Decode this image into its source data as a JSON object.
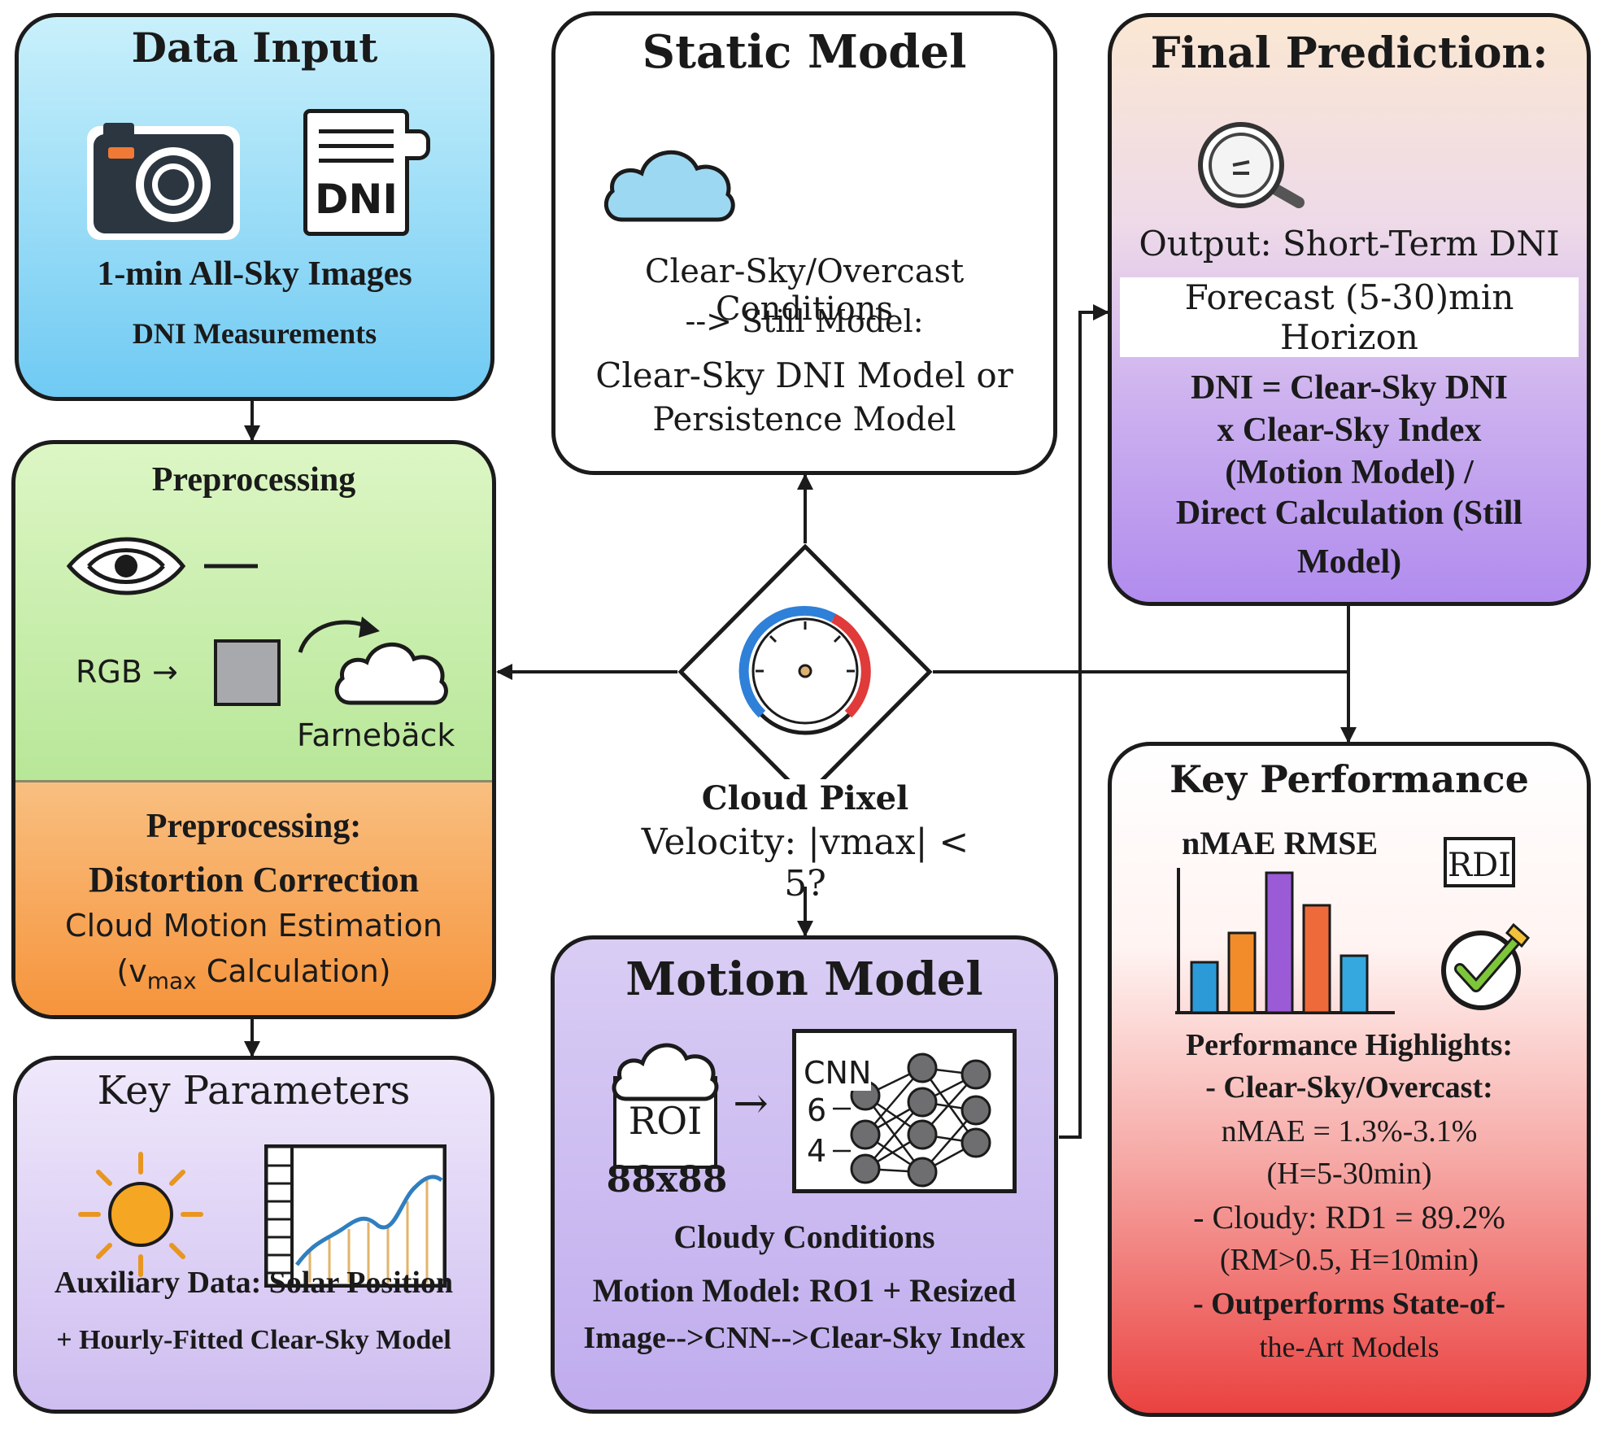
{
  "data_input": {
    "title": "Data Input",
    "dni_icon_label": "DNI",
    "line1": "1-min All-Sky Images",
    "line2": "DNI Measurements"
  },
  "static_model": {
    "title": "Static Model",
    "line1": "Clear-Sky/Overcast Conditions",
    "line2": "--> Still Model:",
    "line3": "Clear-Sky DNI Model or",
    "line4": "Persistence Model"
  },
  "final_prediction": {
    "title": "Final Prediction:",
    "output1": "Output: Short-Term DNI",
    "output2": "Forecast (5-30)min Horizon",
    "f1": "DNI = Clear-Sky DNI",
    "f2": "x Clear-Sky Index",
    "f3": "(Motion Model) /",
    "f4": "Direct Calculation (Still",
    "f5": "Model)"
  },
  "preprocessing": {
    "title": "Preprocessing",
    "rgb": "RGB →",
    "farneback": "Farnebäck",
    "sub_title": "Preprocessing:",
    "l1": "Distortion Correction",
    "l2": "Cloud Motion Estimation",
    "l3a": "(v",
    "l3sub": "max",
    "l3b": " Calculation)"
  },
  "decision": {
    "line1": "Cloud Pixel",
    "line2": "Velocity: |vmax| < 5?"
  },
  "key_parameters": {
    "title": "Key Parameters",
    "l1": "Auxiliary Data: Solar Position",
    "l2": "+ Hourly-Fitted Clear-Sky Model"
  },
  "motion_model": {
    "title": "Motion Model",
    "roi": "ROI",
    "arrow": "→",
    "size": "88x88",
    "cnn": "CNN",
    "n6": "6",
    "n4": "4",
    "l1": "Cloudy Conditions",
    "l2": "Motion Model: RO1 + Resized",
    "l3": "Image-->CNN-->Clear-Sky Index"
  },
  "key_performance": {
    "title": "Key Performance",
    "chart_label": "nMAE RMSE",
    "rdi": "RDI",
    "h0": "Performance Highlights:",
    "h1": "- Clear-Sky/Overcast:",
    "h2": "nMAE = 1.3%-3.1%",
    "h3": "(H=5-30min)",
    "h4": "- Cloudy: RD1 = 89.2%",
    "h5": "(RM>0.5, H=10min)",
    "h6": "- Outperforms State-of-",
    "h7": "the-Art Models"
  },
  "colors": {
    "data_input": "#8fd6f5",
    "preprocessing_top": "#a6e07f",
    "preprocessing_bottom": "#f8a554",
    "motion": "#c8b8ef",
    "final_bottom": "#b690ee",
    "performance_bottom": "#ee4a48"
  }
}
